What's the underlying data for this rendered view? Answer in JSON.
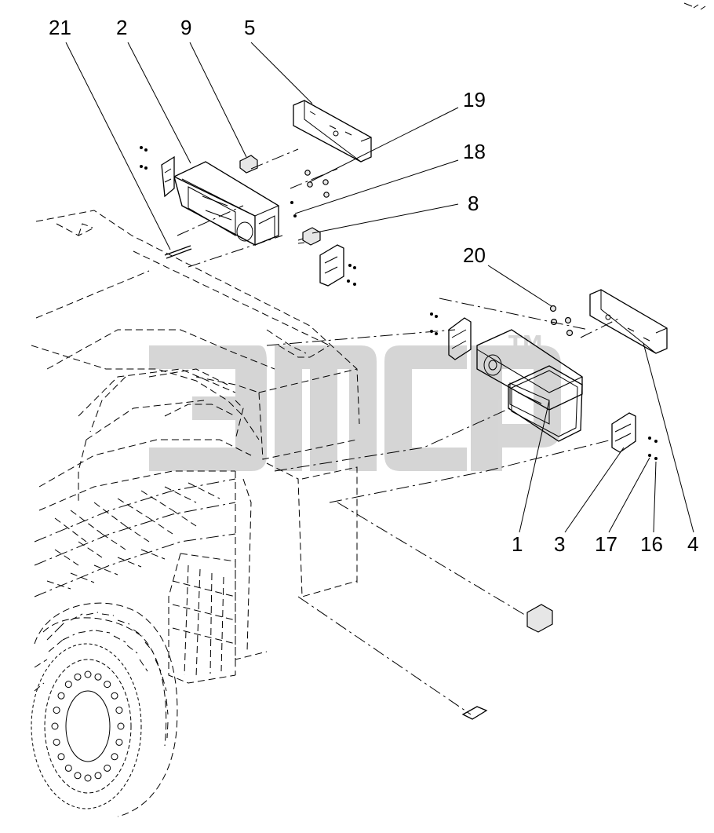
{
  "callouts": [
    {
      "id": "c21",
      "label": "21"
    },
    {
      "id": "c2",
      "label": "2"
    },
    {
      "id": "c9",
      "label": "9"
    },
    {
      "id": "c5",
      "label": "5"
    },
    {
      "id": "c19",
      "label": "19"
    },
    {
      "id": "c18",
      "label": "18"
    },
    {
      "id": "c8",
      "label": "8"
    },
    {
      "id": "c20",
      "label": "20"
    },
    {
      "id": "c1",
      "label": "1"
    },
    {
      "id": "c3",
      "label": "3"
    },
    {
      "id": "c17",
      "label": "17"
    },
    {
      "id": "c16",
      "label": "16"
    },
    {
      "id": "c4",
      "label": "4"
    }
  ],
  "watermark": {
    "logo": "ƎMCP",
    "trademark": "TM"
  },
  "colors": {
    "line": "#000000",
    "background": "#ffffff",
    "watermark": "#000000"
  }
}
